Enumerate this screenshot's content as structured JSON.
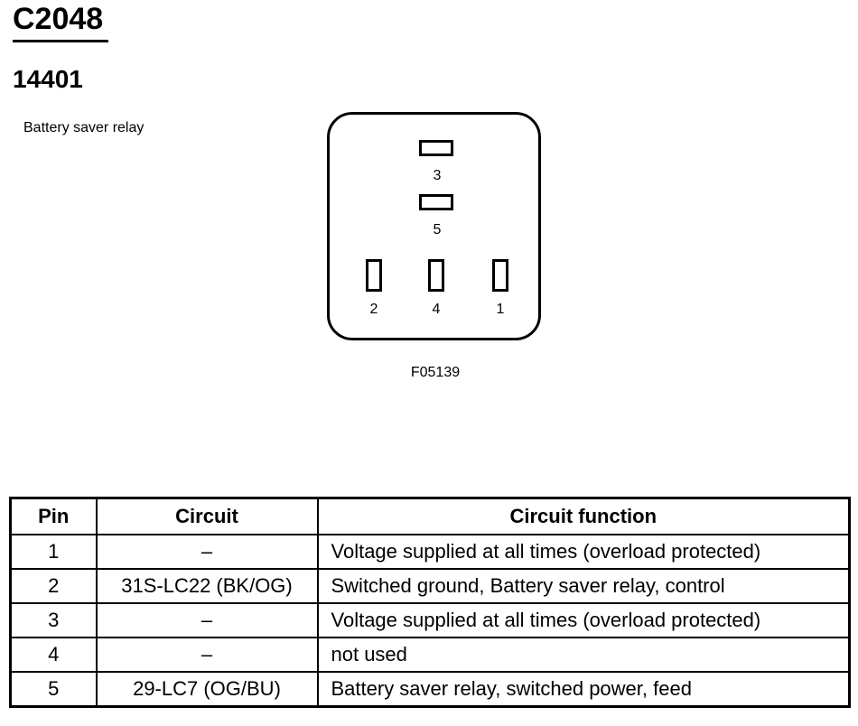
{
  "header": {
    "connector_id": "C2048",
    "part_number": "14401",
    "description": "Battery saver relay"
  },
  "diagram": {
    "figure_code": "F05139",
    "pins": [
      {
        "label": "3",
        "orientation": "horizontal"
      },
      {
        "label": "5",
        "orientation": "horizontal"
      },
      {
        "label": "2",
        "orientation": "vertical"
      },
      {
        "label": "4",
        "orientation": "vertical"
      },
      {
        "label": "1",
        "orientation": "vertical"
      }
    ]
  },
  "table": {
    "headers": [
      "Pin",
      "Circuit",
      "Circuit function"
    ],
    "rows": [
      [
        "1",
        "–",
        "Voltage supplied at all times (overload protected)"
      ],
      [
        "2",
        "31S-LC22 (BK/OG)",
        "Switched ground, Battery saver relay, control"
      ],
      [
        "3",
        "–",
        "Voltage supplied at all times (overload protected)"
      ],
      [
        "4",
        "–",
        "not used"
      ],
      [
        "5",
        "29-LC7 (OG/BU)",
        "Battery saver relay, switched power, feed"
      ]
    ]
  }
}
